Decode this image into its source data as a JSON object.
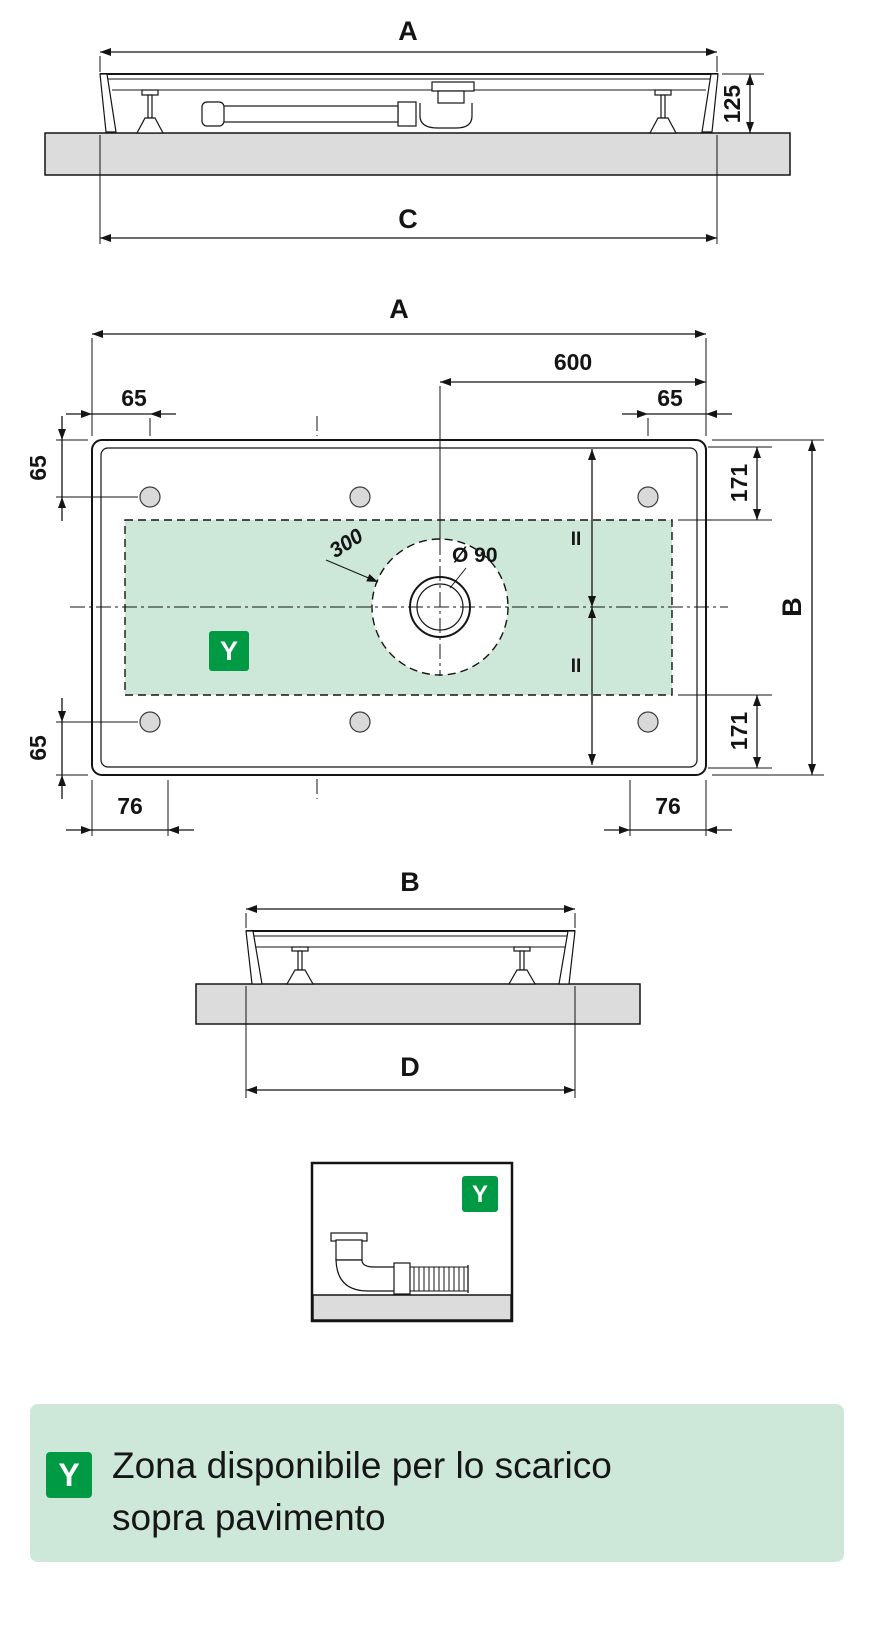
{
  "colors": {
    "accent_green": "#009a44",
    "zone_green": "#cde8d8",
    "floor_gray": "#dcdcdc",
    "line_color": "#141414"
  },
  "side_view": {
    "dim_top_width": "A",
    "dim_height": "125",
    "dim_floor_width": "C"
  },
  "plan_view": {
    "dim_top_width": "A",
    "dim_drain_to_edge": "600",
    "dim_corner_offset_h_left": "65",
    "dim_corner_offset_h_right": "65",
    "dim_corner_offset_v_top": "65",
    "dim_corner_offset_v_bottom": "65",
    "dim_zone_to_edge_top": "171",
    "dim_zone_to_edge_bottom": "171",
    "dim_side_height": "B",
    "dim_bottom_offset_left": "76",
    "dim_bottom_offset_right": "76",
    "dim_clearance_circle": "300",
    "dim_drain_diameter": "Ø 90",
    "equal_mark_top": "II",
    "equal_mark_bottom": "II",
    "zone_badge": "Y"
  },
  "end_view": {
    "dim_top_width": "B",
    "dim_floor_width": "D"
  },
  "detail_view": {
    "zone_badge": "Y"
  },
  "legend": {
    "badge": "Y",
    "text_line1": "Zona disponibile per lo scarico",
    "text_line2": "sopra pavimento"
  }
}
